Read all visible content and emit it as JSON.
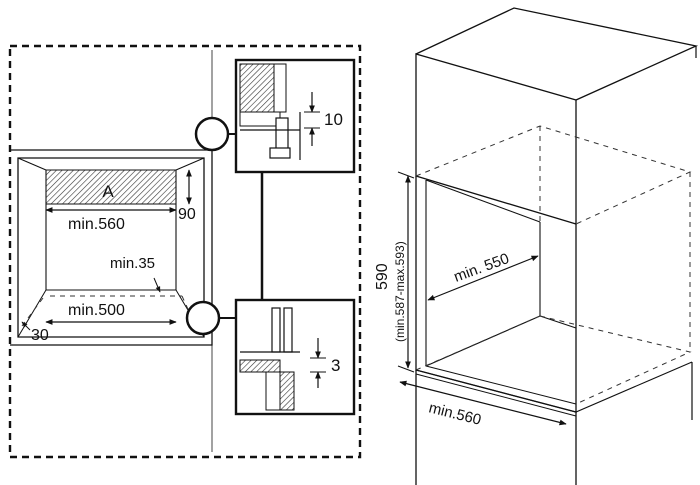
{
  "labels": {
    "area_a": "A",
    "front_width": "min.560",
    "front_height": "90",
    "depth_min": "min.35",
    "bottom_width": "min.500",
    "side_offset": "30",
    "gap_top": "10",
    "gap_bottom": "3",
    "niche_height": "590",
    "niche_height_range": "(min.587-max.593)",
    "niche_depth": "min. 550",
    "niche_width": "min.560"
  }
}
